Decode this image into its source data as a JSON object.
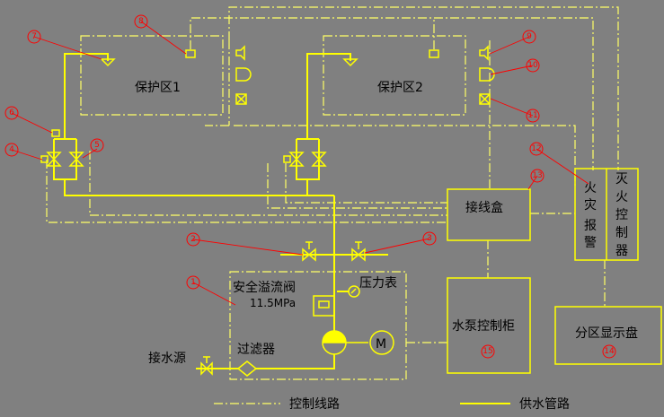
{
  "colors": {
    "background": "#808080",
    "pipe": "#ffff00",
    "control": "#ffff66",
    "callout": "#ff0000",
    "text": "#000000"
  },
  "labels": {
    "zone1": "保护区1",
    "zone2": "保护区2",
    "junction_box": "接线盒",
    "fire_alarm": [
      "火",
      "灾",
      "报",
      "警"
    ],
    "extinguish_control": [
      "灭",
      "火",
      "控",
      "制",
      "器"
    ],
    "safety_valve": "安全溢流阀",
    "pressure_value": "11.5MPa",
    "pressure_gauge": "压力表",
    "pump_cabinet": "水泵控制柜",
    "zone_display": "分区显示盘",
    "water_source": "接水源",
    "filter": "过滤器",
    "motor": "M"
  },
  "legend": {
    "control": "控制线路",
    "supply": "供水管路"
  },
  "callouts": {
    "c1": "1",
    "c2": "2",
    "c3": "3",
    "c4": "4",
    "c5": "5",
    "c6": "6",
    "c7": "7",
    "c8": "8",
    "c9": "9",
    "c10": "10",
    "c11": "11",
    "c12": "12",
    "c13": "13",
    "c14": "14",
    "c15": "15"
  }
}
